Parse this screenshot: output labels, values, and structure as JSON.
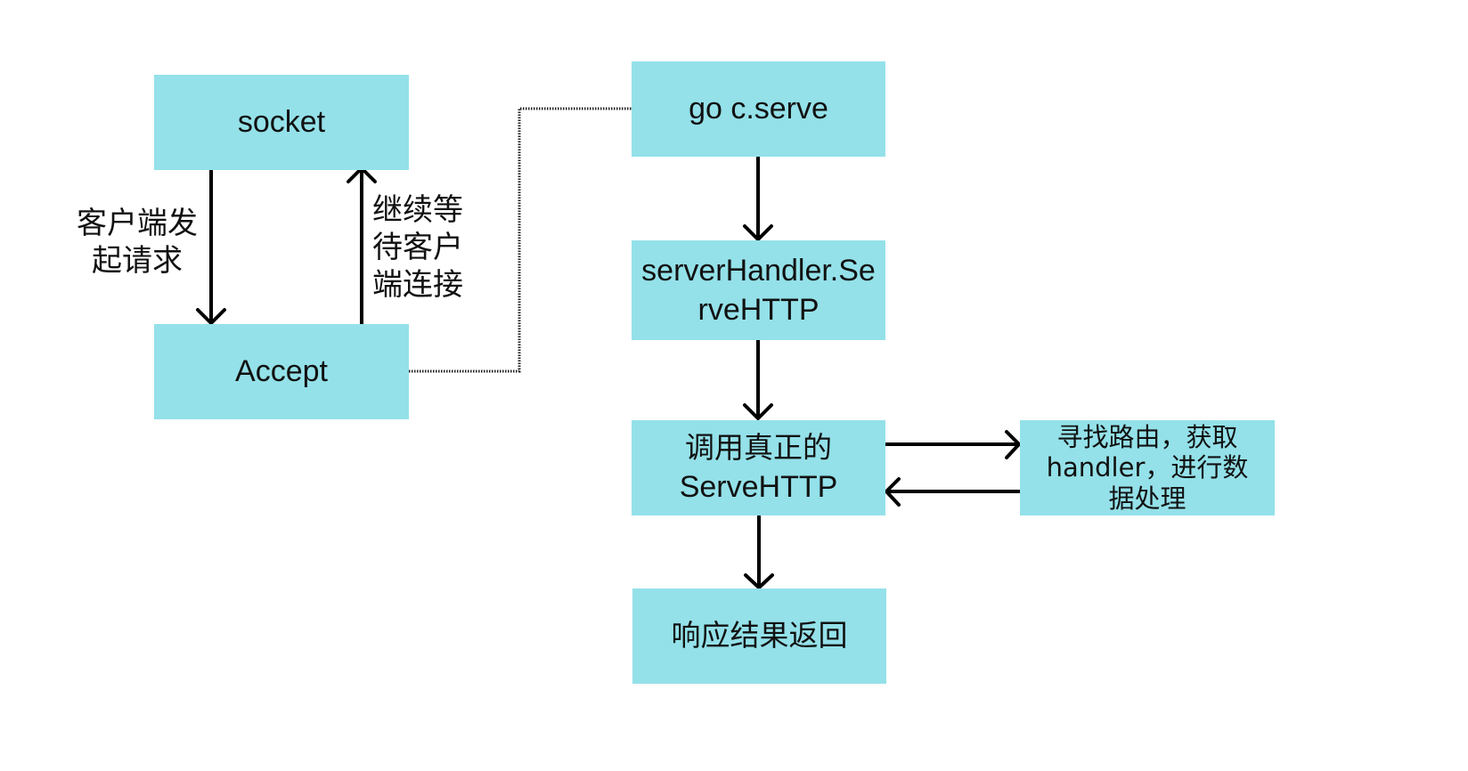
{
  "diagram": {
    "type": "flowchart",
    "box_color": "#94e1e9",
    "nodes": {
      "socket": "socket",
      "accept": "Accept",
      "go_serve": "go c.serve",
      "server_handler_line1": "serverHandler.Se",
      "server_handler_line2": "rveHTTP",
      "call_real_line1": "调用真正的",
      "call_real_line2": "ServeHTTP",
      "find_route_line1": "寻找路由，获取",
      "find_route_line2": "handler，进行数",
      "find_route_line3": "据处理",
      "response": "响应结果返回"
    },
    "edge_labels": {
      "client_request_line1": "客户端发",
      "client_request_line2": "起请求",
      "wait_line1": "继续等",
      "wait_line2": "待客户",
      "wait_line3": "端连接"
    },
    "edges": [
      {
        "from": "socket",
        "to": "accept",
        "label": "客户端发起请求",
        "style": "solid-arrow"
      },
      {
        "from": "accept",
        "to": "socket",
        "label": "继续等待客户端连接",
        "style": "solid-arrow"
      },
      {
        "from": "accept",
        "to": "go_serve",
        "style": "dotted-line"
      },
      {
        "from": "go_serve",
        "to": "server_handler",
        "style": "solid-arrow"
      },
      {
        "from": "server_handler",
        "to": "call_real",
        "style": "solid-arrow"
      },
      {
        "from": "call_real",
        "to": "find_route",
        "style": "solid-arrow"
      },
      {
        "from": "find_route",
        "to": "call_real",
        "style": "solid-arrow"
      },
      {
        "from": "call_real",
        "to": "response",
        "style": "solid-arrow"
      }
    ]
  }
}
